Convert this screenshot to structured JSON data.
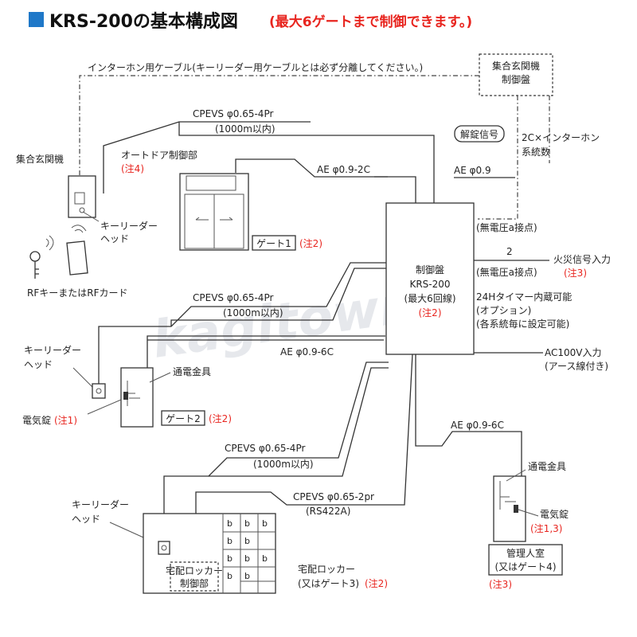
{
  "header": {
    "title": "KRS-200の基本構成図",
    "subtitle": "(最大6ゲートまで制御できます。)",
    "accent_color": "#1f78c8",
    "highlight_color": "#e8251f"
  },
  "labels": {
    "intercom_cable": "インターホン用ケーブル(キーリーダー用ケーブルとは必ず分離してください。)",
    "intercom_controller_l1": "集合玄関機",
    "intercom_controller_l2": "制御盤",
    "cpevs_top": "CPEVS φ0.65-4Pr",
    "cpevs_top_len": "(1000m以内)",
    "unlock_signal": "解錠信号",
    "intercom_systems_l1": "2C×インターホン",
    "intercom_systems_l2": "系統数",
    "auto_door": "オートドア制御部",
    "note4": "(注4)",
    "ae_02c": "AE φ0.9-2C",
    "ae_09": "AE φ0.9",
    "entrance_unit": "集合玄関機",
    "key_reader_head_1a": "キーリーダー",
    "key_reader_head_1b": "ヘッド",
    "gate1": "ゲート1",
    "note2_gate1": "(注2)",
    "rf_key": "RFキーまたはRFカード",
    "dry_contact_1": "(無電圧a接点)",
    "two": "2",
    "fire_signal": "火災信号入力",
    "note3_fire": "(注3)",
    "dry_contact_2": "(無電圧a接点)",
    "controller_l1": "制御盤",
    "controller_l2": "KRS-200",
    "controller_l3": "(最大6回線)",
    "controller_note": "(注2)",
    "timer_l1": "24Hタイマー内蔵可能",
    "timer_l2": "(オプション)",
    "timer_l3": "(各系統毎に設定可能)",
    "cpevs_mid": "CPEVS φ0.65-4Pr",
    "cpevs_mid_len": "(1000m以内)",
    "key_reader_head_2a": "キーリーダー",
    "key_reader_head_2b": "ヘッド",
    "ae_06c_mid": "AE φ0.9-6C",
    "strike_1": "通電金具",
    "ac_power_l1": "AC100V入力",
    "ac_power_l2": "(アース線付き)",
    "electric_lock_1": "電気錠",
    "note1": "(注1)",
    "gate2": "ゲート2",
    "note2_gate2": "(注2)",
    "ae_06c_right": "AE φ0.9-6C",
    "cpevs_low": "CPEVS φ0.65-4Pr",
    "cpevs_low_len": "(1000m以内)",
    "strike_2": "通電金具",
    "key_reader_head_3a": "キーリーダー",
    "key_reader_head_3b": "ヘッド",
    "cpevs_rs": "CPEVS φ0.65-2pr",
    "rs422": "(RS422A)",
    "electric_lock_2": "電気錠",
    "note13": "(注1,3)",
    "locker_ctrl_l1": "宅配ロッカー",
    "locker_ctrl_l2": "制御部",
    "locker_l1": "宅配ロッカー",
    "locker_l2": "(又はゲート3)",
    "note2_locker": "(注2)",
    "manager_l1": "管理人室",
    "manager_l2": "(又はゲート4)",
    "note3_manager": "(注3)",
    "locker_mark": "b",
    "watermark": "kagitown"
  }
}
